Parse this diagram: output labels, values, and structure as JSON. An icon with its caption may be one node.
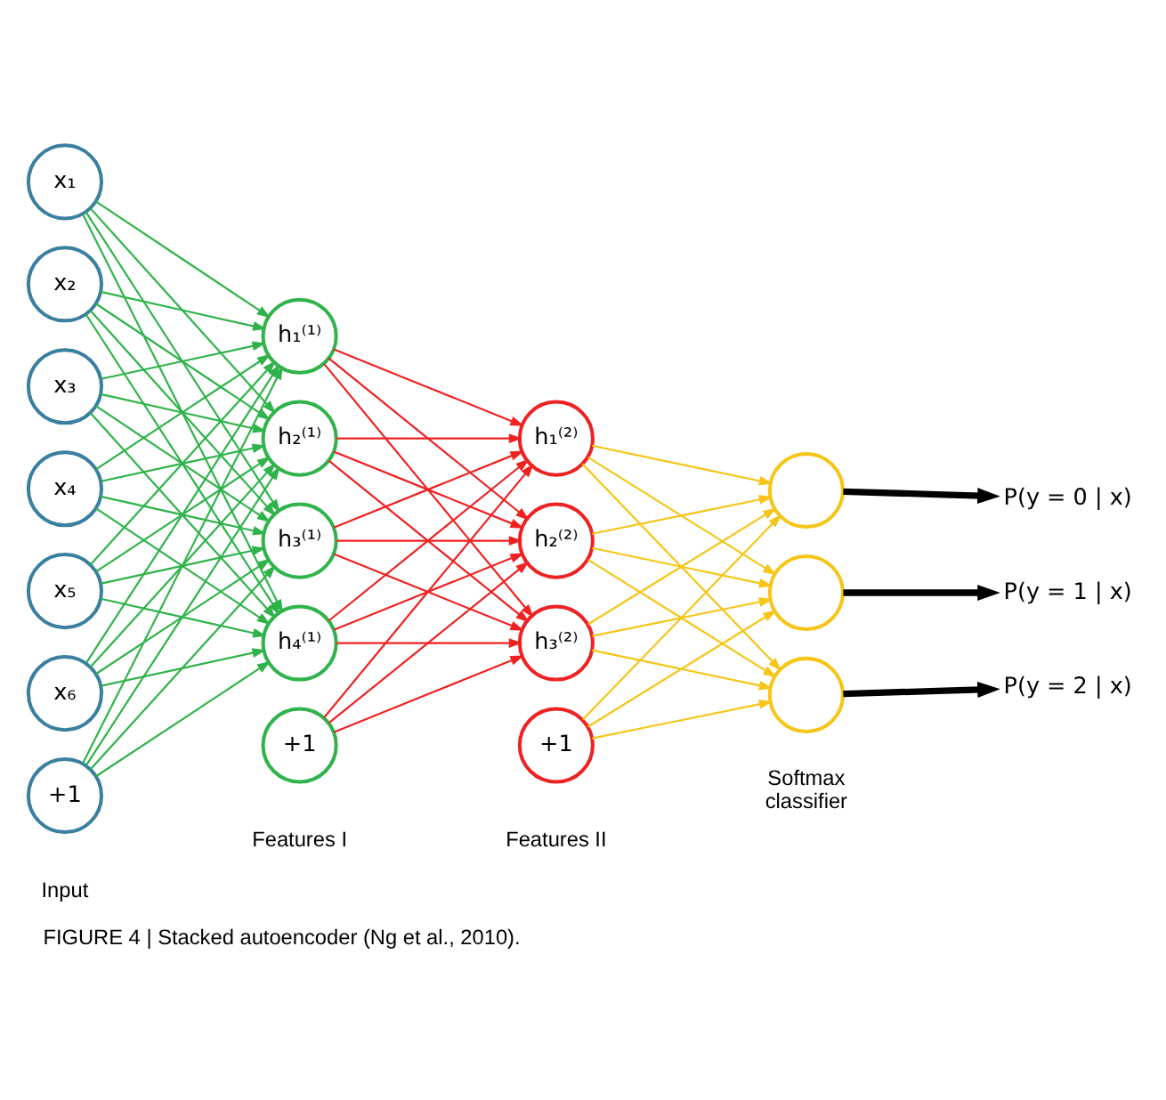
{
  "diagram": {
    "caption": "FIGURE 4 | Stacked autoencoder (Ng et al., 2010).",
    "nodes": [
      {
        "text": [
          "x₁"
        ]
      },
      {
        "text": [
          "x₂"
        ]
      },
      {
        "text": [
          "x₃"
        ]
      },
      {
        "text": [
          "x₄"
        ]
      },
      {
        "text": [
          "x₅"
        ]
      },
      {
        "text": [
          "x₆"
        ]
      },
      {
        "text": [
          "+1"
        ]
      },
      {
        "text": [
          "h₁⁽¹⁾"
        ]
      },
      {
        "text": [
          "h₂⁽¹⁾"
        ]
      },
      {
        "text": [
          "h₃⁽¹⁾"
        ]
      },
      {
        "text": [
          "h₄⁽¹⁾"
        ]
      },
      {
        "text": [
          "+1"
        ]
      },
      {
        "text": [
          "h₁⁽²⁾"
        ]
      },
      {
        "text": [
          "h₂⁽²⁾"
        ]
      },
      {
        "text": [
          "h₃⁽²⁾"
        ]
      },
      {
        "text": [
          "+1"
        ]
      },
      {
        "text": [],
        "shape": "circle"
      },
      {
        "text": [],
        "shape": "circle"
      },
      {
        "text": [],
        "shape": "circle"
      },
      {
        "text": [
          "P(y = 0 | x)"
        ]
      },
      {
        "text": [
          "P(y = 1 | x)"
        ]
      },
      {
        "text": [
          "P(y = 2 | x)"
        ]
      }
    ],
    "edges": [
      {
        "from": 0,
        "to": 7,
        "arrow": "to"
      },
      {
        "from": 0,
        "to": 8,
        "arrow": "to"
      },
      {
        "from": 0,
        "to": 9,
        "arrow": "to"
      },
      {
        "from": 0,
        "to": 10,
        "arrow": "to"
      },
      {
        "from": 1,
        "to": 7,
        "arrow": "to"
      },
      {
        "from": 1,
        "to": 8,
        "arrow": "to"
      },
      {
        "from": 1,
        "to": 9,
        "arrow": "to"
      },
      {
        "from": 1,
        "to": 10,
        "arrow": "to"
      },
      {
        "from": 2,
        "to": 7,
        "arrow": "to"
      },
      {
        "from": 2,
        "to": 8,
        "arrow": "to"
      },
      {
        "from": 2,
        "to": 9,
        "arrow": "to"
      },
      {
        "from": 2,
        "to": 10,
        "arrow": "to"
      },
      {
        "from": 3,
        "to": 7,
        "arrow": "to"
      },
      {
        "from": 3,
        "to": 8,
        "arrow": "to"
      },
      {
        "from": 3,
        "to": 9,
        "arrow": "to"
      },
      {
        "from": 3,
        "to": 10,
        "arrow": "to"
      },
      {
        "from": 4,
        "to": 7,
        "arrow": "to"
      },
      {
        "from": 4,
        "to": 8,
        "arrow": "to"
      },
      {
        "from": 4,
        "to": 9,
        "arrow": "to"
      },
      {
        "from": 4,
        "to": 10,
        "arrow": "to"
      },
      {
        "from": 5,
        "to": 7,
        "arrow": "to"
      },
      {
        "from": 5,
        "to": 8,
        "arrow": "to"
      },
      {
        "from": 5,
        "to": 9,
        "arrow": "to"
      },
      {
        "from": 5,
        "to": 10,
        "arrow": "to"
      },
      {
        "from": 6,
        "to": 7,
        "arrow": "to"
      },
      {
        "from": 6,
        "to": 8,
        "arrow": "to"
      },
      {
        "from": 6,
        "to": 9,
        "arrow": "to"
      },
      {
        "from": 6,
        "to": 10,
        "arrow": "to"
      },
      {
        "from": 7,
        "to": 12,
        "arrow": "to",
        "color": "#ee2222"
      },
      {
        "from": 7,
        "to": 13,
        "arrow": "to",
        "color": "#ee2222"
      },
      {
        "from": 7,
        "to": 14,
        "arrow": "to",
        "color": "#ee2222"
      },
      {
        "from": 8,
        "to": 12,
        "arrow": "to",
        "color": "#ee2222"
      },
      {
        "from": 8,
        "to": 13,
        "arrow": "to",
        "color": "#ee2222"
      },
      {
        "from": 8,
        "to": 14,
        "arrow": "to",
        "color": "#ee2222"
      },
      {
        "from": 9,
        "to": 12,
        "arrow": "to",
        "color": "#ee2222"
      },
      {
        "from": 9,
        "to": 13,
        "arrow": "to",
        "color": "#ee2222"
      },
      {
        "from": 9,
        "to": 14,
        "arrow": "to",
        "color": "#ee2222"
      },
      {
        "from": 10,
        "to": 12,
        "arrow": "to",
        "color": "#ee2222"
      },
      {
        "from": 10,
        "to": 13,
        "arrow": "to",
        "color": "#ee2222"
      },
      {
        "from": 10,
        "to": 14,
        "arrow": "to",
        "color": "#ee2222"
      },
      {
        "from": 11,
        "to": 12,
        "arrow": "to",
        "color": "#ee2222"
      },
      {
        "from": 11,
        "to": 13,
        "arrow": "to",
        "color": "#ee2222"
      },
      {
        "from": 11,
        "to": 14,
        "arrow": "to",
        "color": "#ee2222"
      },
      {
        "from": 12,
        "to": 16,
        "arrow": "to",
        "color": "#f5c518"
      },
      {
        "from": 12,
        "to": 17,
        "arrow": "to",
        "color": "#f5c518"
      },
      {
        "from": 12,
        "to": 18,
        "arrow": "to",
        "color": "#f5c518"
      },
      {
        "from": 13,
        "to": 16,
        "arrow": "to",
        "color": "#f5c518"
      },
      {
        "from": 13,
        "to": 17,
        "arrow": "to",
        "color": "#f5c518"
      },
      {
        "from": 13,
        "to": 18,
        "arrow": "to",
        "color": "#f5c518"
      },
      {
        "from": 14,
        "to": 16,
        "arrow": "to",
        "color": "#f5c518"
      },
      {
        "from": 14,
        "to": 17,
        "arrow": "to",
        "color": "#f5c518"
      },
      {
        "from": 14,
        "to": 18,
        "arrow": "to",
        "color": "#f5c518"
      },
      {
        "from": 15,
        "to": 16,
        "arrow": "to",
        "color": "#f5c518"
      },
      {
        "from": 15,
        "to": 17,
        "arrow": "to",
        "color": "#f5c518"
      },
      {
        "from": 15,
        "to": 18,
        "arrow": "to",
        "color": "#f5c518"
      },
      {
        "from": 16,
        "to": 19,
        "arrow": "to",
        "style": "thick",
        "color": "#000000"
      },
      {
        "from": 17,
        "to": 20,
        "arrow": "to",
        "style": "thick",
        "color": "#000000"
      },
      {
        "from": 18,
        "to": 21,
        "arrow": "to",
        "style": "thick",
        "color": "#000000"
      }
    ],
    "labels": [
      "Input",
      "Features I",
      "Features II",
      "Softmax classifier"
    ]
  }
}
